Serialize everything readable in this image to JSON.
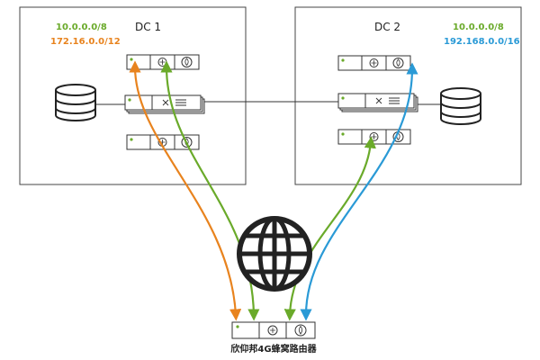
{
  "dc1": {
    "title": "DC 1",
    "subnets": [
      {
        "text": "10.0.0.0/8",
        "color": "#6aaa2a"
      },
      {
        "text": "172.16.0.0/12",
        "color": "#e8831e"
      }
    ]
  },
  "dc2": {
    "title": "DC 2",
    "subnets": [
      {
        "text": "10.0.0.0/8",
        "color": "#6aaa2a"
      },
      {
        "text": "192.168.0.0/16",
        "color": "#2a9ad6"
      }
    ]
  },
  "router": {
    "label": "欣仰邦4G蜂窝路由器"
  },
  "colors": {
    "orange": "#e8831e",
    "green": "#6aaa2a",
    "blue": "#2a9ad6",
    "line": "#333333"
  },
  "icons": [
    "database-icon",
    "globe-icon",
    "firewall-icon",
    "router-icon",
    "switch-icon"
  ]
}
